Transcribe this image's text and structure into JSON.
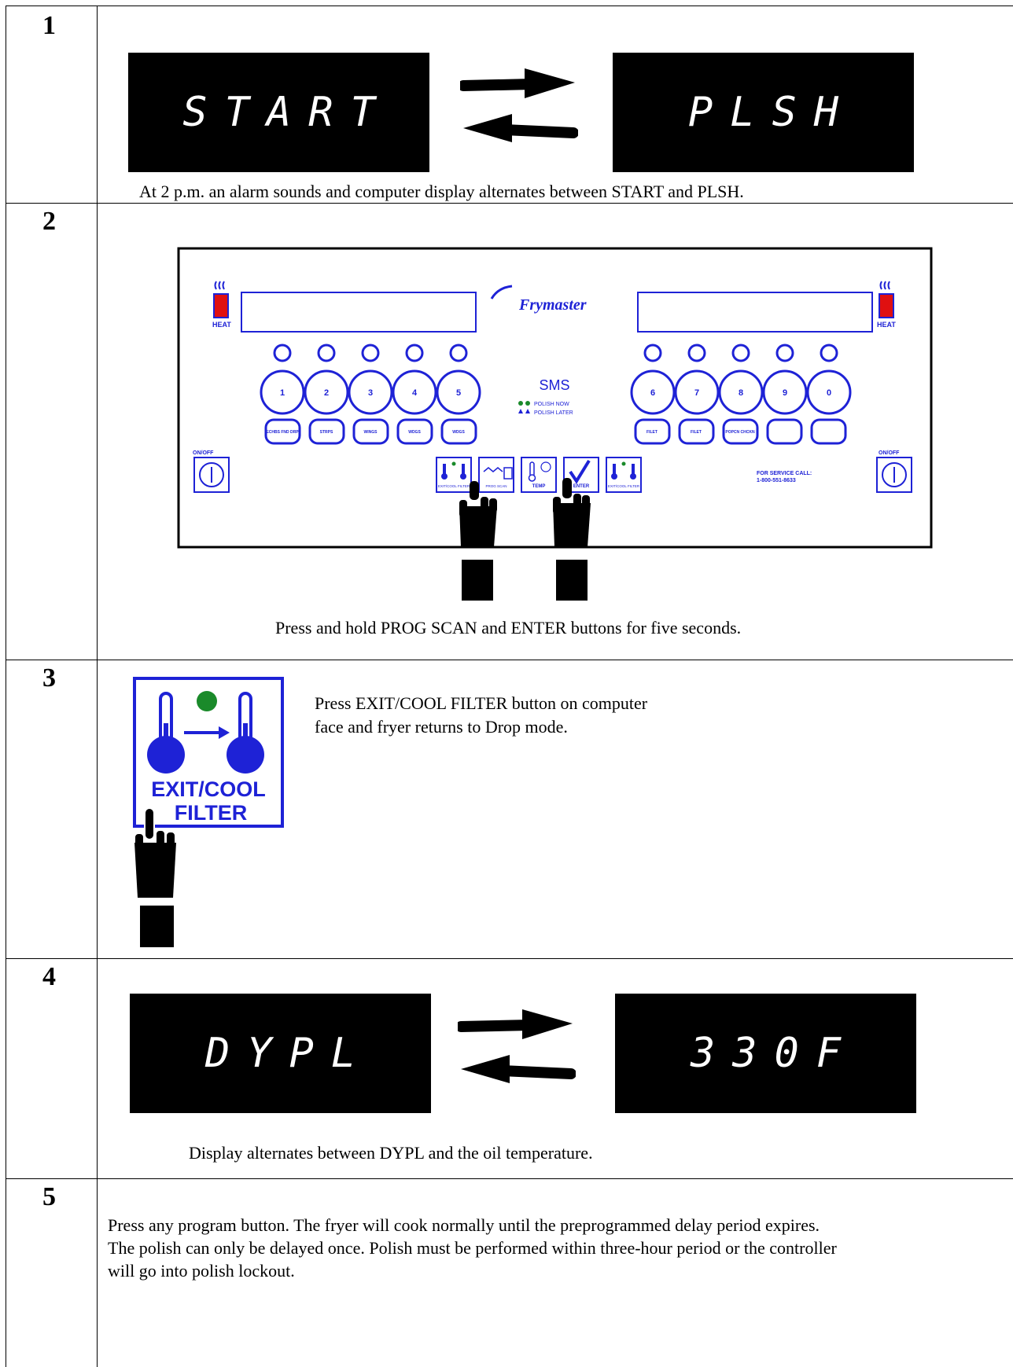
{
  "steps": [
    {
      "number": "1",
      "display_left": "START",
      "display_right": "PLSH",
      "caption": "At 2 p.m. an alarm sounds and computer display alternates between START and PLSH."
    },
    {
      "number": "2",
      "panel": {
        "brand": "Frymaster",
        "heat_label": "HEAT",
        "sms_label": "SMS",
        "legend": [
          "POLISH NOW",
          "POLISH LATER"
        ],
        "left_number_keys": [
          "1",
          "2",
          "3",
          "4",
          "5"
        ],
        "right_number_keys": [
          "6",
          "7",
          "8",
          "9",
          "0"
        ],
        "left_product_keys": [
          "ECHBS FND DRP",
          "STRPS",
          "WINGS",
          "WDGS",
          "WDGS"
        ],
        "right_product_keys": [
          "FILET",
          "FILET",
          "POPCN CHCKN",
          "",
          ""
        ],
        "onoff_label": "ON/OFF",
        "control_keys": [
          "EXIT/COOL FILTER",
          "PROG SCAN",
          "TEMP",
          "ENTER",
          "EXIT/COOL FILTER"
        ],
        "service_line1": "FOR SERVICE CALL:",
        "service_line2": "1-800-551-8633"
      },
      "caption": "Press and hold PROG SCAN and ENTER buttons for five seconds."
    },
    {
      "number": "3",
      "button_label_1": "EXIT/COOL",
      "button_label_2": "FILTER",
      "caption_line1": "Press EXIT/COOL FILTER button on computer",
      "caption_line2": "face and fryer returns to Drop mode."
    },
    {
      "number": "4",
      "display_left": "DYPL",
      "display_right": "330F",
      "caption": "Display alternates between DYPL and the oil temperature."
    },
    {
      "number": "5",
      "text_lines": [
        "Press any program button.  The fryer will cook normally until the preprogrammed delay period expires.",
        "The polish can only be delayed once. Polish must be performed within three-hour period or the controller",
        "will go into polish lockout."
      ]
    }
  ],
  "colors": {
    "panel_blue": "#1e22d6",
    "heat_red": "#e01010",
    "led_green": "#1a8a2a"
  },
  "icons": [
    "arrow-right-icon",
    "arrow-left-icon",
    "pointing-hand-icon",
    "thermometer-icon",
    "checkmark-icon"
  ]
}
